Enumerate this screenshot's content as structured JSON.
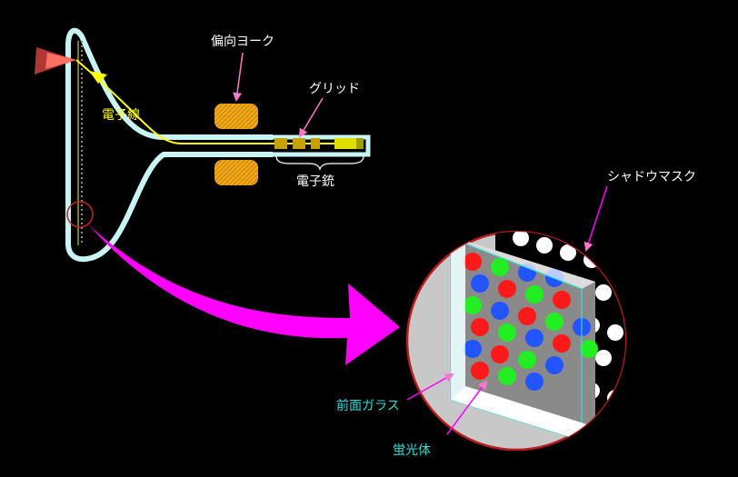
{
  "labels": {
    "deflection_yoke": "偏向ヨーク",
    "grid": "グリッド",
    "electron_beam": "電子線",
    "electron_gun": "電子銃",
    "shadow_mask": "シャドウマスク",
    "front_glass": "前面ガラス",
    "phosphor": "蛍光体"
  },
  "colors": {
    "background": "#000000",
    "tube_outline": "#c8f4f4",
    "beam": "#ffff00",
    "yoke": "#f0a818",
    "gun_part": "#c8a000",
    "arrow": "#ff00ff",
    "callout_line": "#ff77cc",
    "inset_fill": "#c8c8c8",
    "inset_border": "#b81c1c",
    "phosphor_red": "#ff1a1a",
    "phosphor_green": "#22ee22",
    "phosphor_blue": "#2255ff",
    "label_white": "#ffffff",
    "label_yellow": "#ffff00",
    "label_cyan": "#33dddd"
  },
  "phosphor_dot_colors": [
    [
      "red",
      "green",
      "blue",
      "blue"
    ],
    [
      "blue",
      "red",
      "green",
      "red"
    ],
    [
      "green",
      "blue",
      "red",
      "green",
      "blue"
    ],
    [
      "red",
      "green",
      "blue",
      "red",
      "green"
    ],
    [
      "blue",
      "red",
      "green",
      "blue"
    ],
    [
      "red",
      "green",
      "blue"
    ]
  ]
}
